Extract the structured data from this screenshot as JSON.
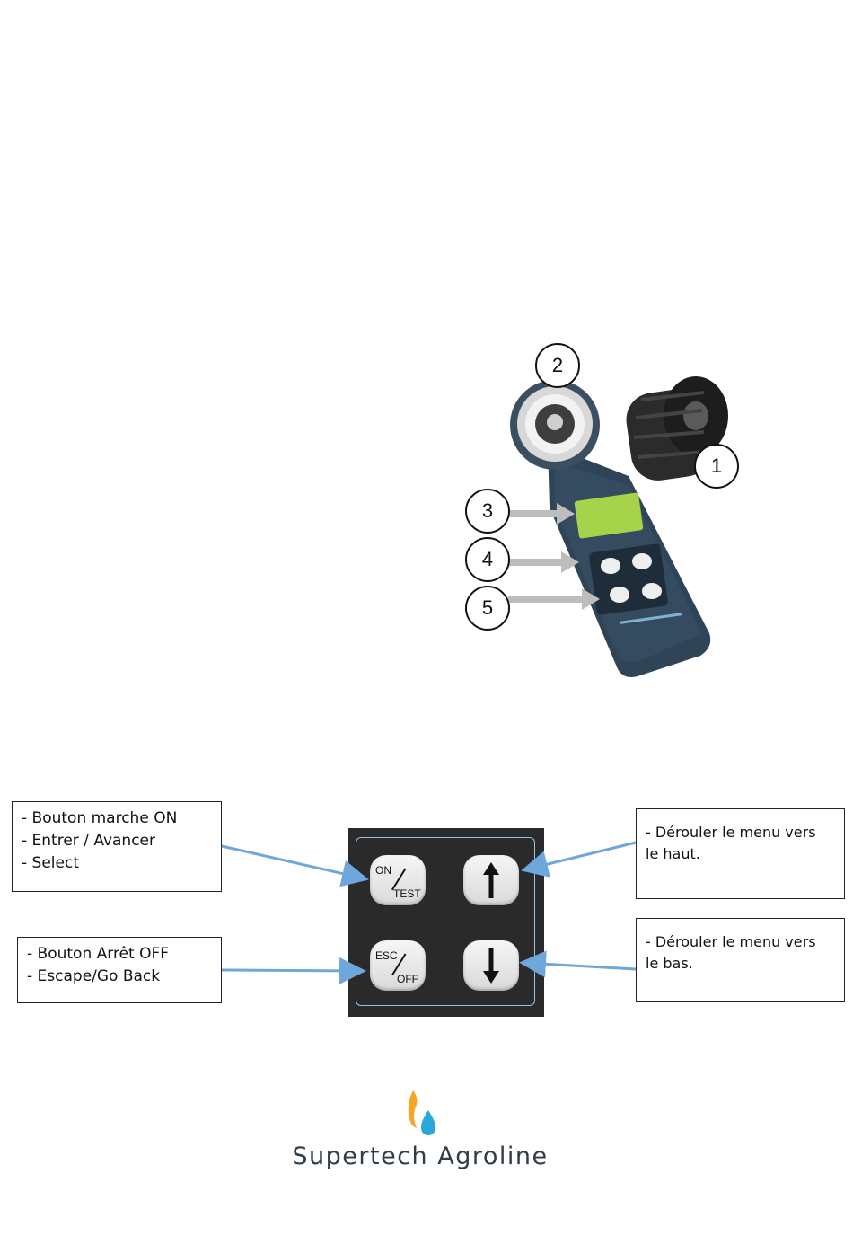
{
  "device": {
    "callouts": [
      "1",
      "2",
      "3",
      "4",
      "5"
    ]
  },
  "keypad": {
    "keys": {
      "on_test": {
        "top": "ON",
        "bottom": "TEST"
      },
      "esc_off": {
        "top": "ESC",
        "bottom": "OFF"
      }
    },
    "label_on": [
      "- Bouton marche ON",
      "- Entrer / Avancer",
      "- Select"
    ],
    "label_off": [
      "- Bouton Arrêt OFF",
      "- Escape/Go Back"
    ],
    "label_up": [
      "- Dérouler le menu vers",
      "le haut."
    ],
    "label_down": [
      "- Dérouler le menu vers",
      "le bas."
    ]
  },
  "colors": {
    "arrow_blue": "#6fa6dc",
    "callout_arrow_gray": "#bdbdbd",
    "device_body": "#2f4456",
    "screen_green": "#a7d34a",
    "logo_orange": "#f5a623",
    "logo_blue": "#29a8d8",
    "brand_text": "#2e3d48"
  },
  "brand": {
    "name": "Supertech Agroline"
  }
}
